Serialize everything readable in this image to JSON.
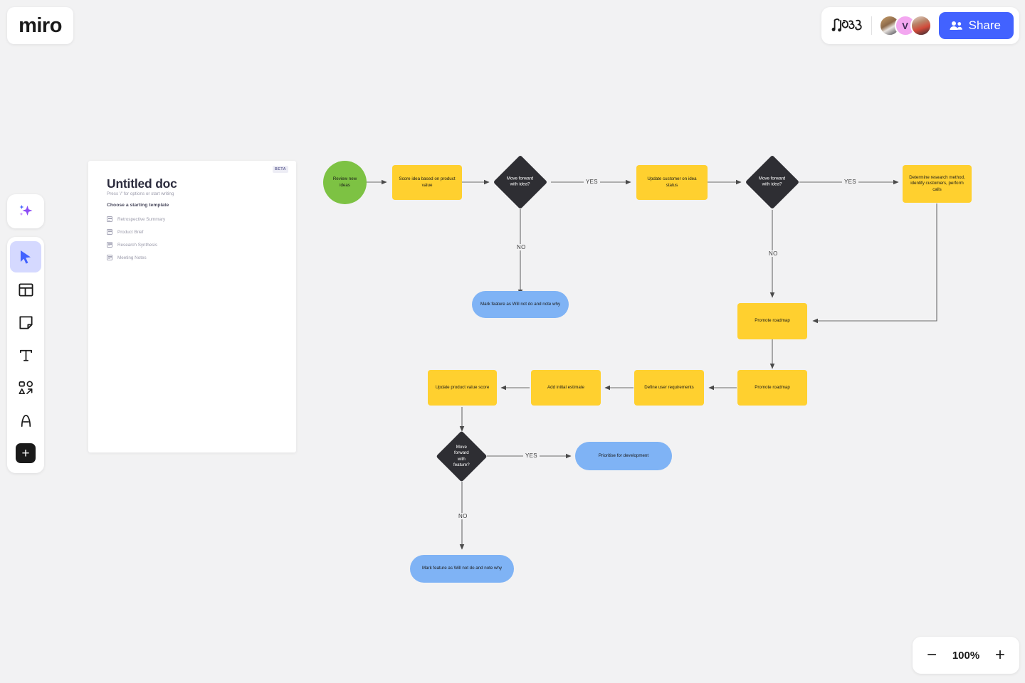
{
  "app": {
    "logo": "miro"
  },
  "topbar": {
    "doodle_icon": "doodle-scribble-icon",
    "avatars": [
      {
        "name": "collaborator-1",
        "initial": ""
      },
      {
        "name": "collaborator-2",
        "initial": "V"
      },
      {
        "name": "collaborator-3",
        "initial": ""
      }
    ],
    "share_label": "Share",
    "share_icon": "people-icon",
    "share_color": "#4262FF"
  },
  "toolbar": {
    "items": [
      {
        "name": "ai-sparkle-tool",
        "icon": "sparkle-icon",
        "active": false
      },
      {
        "name": "select-tool",
        "icon": "cursor-icon",
        "active": true
      },
      {
        "name": "templates-tool",
        "icon": "template-grid-icon",
        "active": false
      },
      {
        "name": "sticky-note-tool",
        "icon": "sticky-note-icon",
        "active": false
      },
      {
        "name": "text-tool",
        "icon": "text-t-icon",
        "active": false
      },
      {
        "name": "shapes-tool",
        "icon": "shapes-icon",
        "active": false
      },
      {
        "name": "pen-tool",
        "icon": "pen-icon",
        "active": false
      },
      {
        "name": "more-apps-tool",
        "icon": "plus-icon",
        "active": false
      }
    ]
  },
  "document": {
    "badge": "BETA",
    "title": "Untitled doc",
    "subtitle": "Press '/' for options or start writing",
    "section_label": "Choose a starting template",
    "templates": [
      {
        "label": "Retrospective Summary"
      },
      {
        "label": "Product Brief"
      },
      {
        "label": "Research Synthesis"
      },
      {
        "label": "Meeting Notes"
      }
    ]
  },
  "flowchart": {
    "colors": {
      "start": "#7DC243",
      "process": "#FFD02F",
      "decision": "#2E2E33",
      "terminal": "#7FB3F5",
      "connector": "#4A4A4A"
    },
    "nodes": [
      {
        "id": "n1",
        "shape": "circle",
        "label": "Review new ideas"
      },
      {
        "id": "n2",
        "shape": "rect",
        "label": "Score idea based on product value"
      },
      {
        "id": "n3",
        "shape": "diamond",
        "label": "Move forward\nwith idea?"
      },
      {
        "id": "n4",
        "shape": "rect",
        "label": "Update customer on idea status"
      },
      {
        "id": "n5",
        "shape": "diamond",
        "label": "Move forward\nwith idea?"
      },
      {
        "id": "n6",
        "shape": "rect",
        "label": "Determine research method,\nidentify customers, perform calls"
      },
      {
        "id": "n7",
        "shape": "pill",
        "label": "Mark feature as Will not do and note why"
      },
      {
        "id": "n8",
        "shape": "rect",
        "label": "Promote roadmap"
      },
      {
        "id": "n9",
        "shape": "rect",
        "label": "Promote roadmap"
      },
      {
        "id": "n10",
        "shape": "rect",
        "label": "Define user requirements"
      },
      {
        "id": "n11",
        "shape": "rect",
        "label": "Add initial estimate"
      },
      {
        "id": "n12",
        "shape": "rect",
        "label": "Update product value score"
      },
      {
        "id": "n13",
        "shape": "diamond",
        "label": "Move forward\nwith feature?"
      },
      {
        "id": "n14",
        "shape": "pill",
        "label": "Prioritise for development"
      },
      {
        "id": "n15",
        "shape": "pill",
        "label": "Mark feature as Will not do and note why"
      }
    ],
    "edge_labels": [
      {
        "id": "e1",
        "text": "YES"
      },
      {
        "id": "e2",
        "text": "NO"
      },
      {
        "id": "e3",
        "text": "YES"
      },
      {
        "id": "e4",
        "text": "NO"
      },
      {
        "id": "e5",
        "text": "YES"
      },
      {
        "id": "e6",
        "text": "NO"
      }
    ]
  },
  "zoom": {
    "minus": "−",
    "value": "100%",
    "plus": "+"
  }
}
